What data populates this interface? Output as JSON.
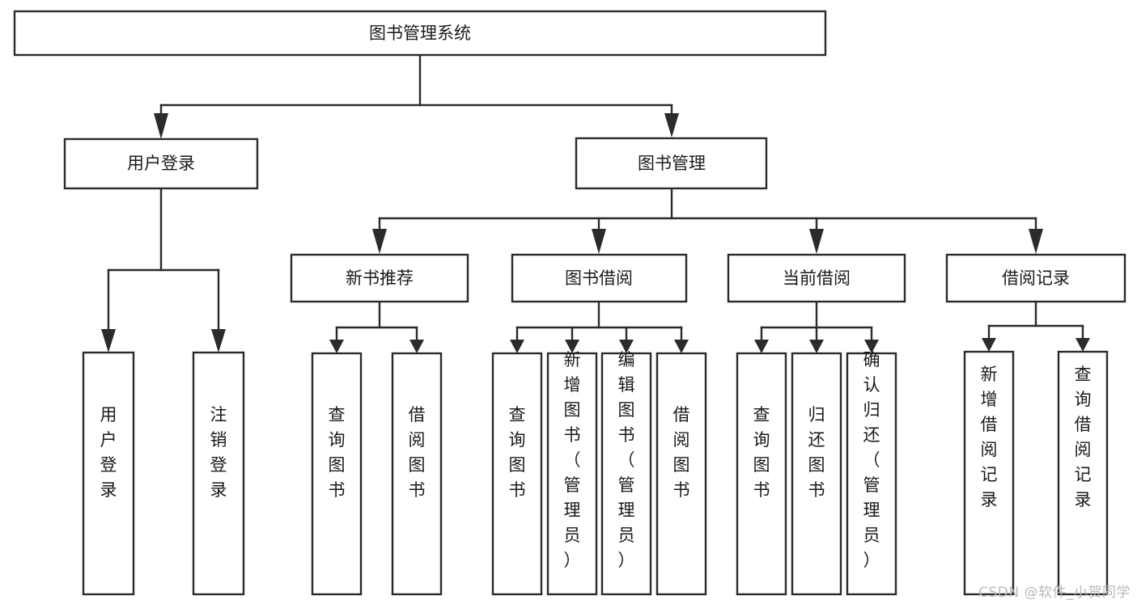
{
  "diagram": {
    "type": "hierarchy-tree",
    "title": "图书管理系统",
    "watermark": "CSDN @软件_小贺同学",
    "colors": {
      "stroke": "#2b2b2b",
      "fill": "#ffffff",
      "text": "#1a1a1a",
      "watermark": "#b9b9b9"
    },
    "nodes": {
      "root": {
        "label": "图书管理系统",
        "orientation": "horizontal"
      },
      "l1": [
        {
          "id": "user-login",
          "label": "用户登录",
          "orientation": "horizontal"
        },
        {
          "id": "book-manage",
          "label": "图书管理",
          "orientation": "horizontal"
        }
      ],
      "l2": [
        {
          "id": "new-book-recommend",
          "label": "新书推荐",
          "orientation": "horizontal"
        },
        {
          "id": "book-borrow",
          "label": "图书借阅",
          "orientation": "horizontal"
        },
        {
          "id": "current-borrow",
          "label": "当前借阅",
          "orientation": "horizontal"
        },
        {
          "id": "borrow-record",
          "label": "借阅记录",
          "orientation": "horizontal"
        }
      ],
      "leaves": {
        "user-login": [
          {
            "id": "leaf-user-login",
            "label": "用户登录",
            "orientation": "vertical"
          },
          {
            "id": "leaf-logout-login",
            "label": "注销登录",
            "orientation": "vertical"
          }
        ],
        "new-book-recommend": [
          {
            "id": "leaf-query-book-1",
            "label": "查询图书",
            "orientation": "vertical"
          },
          {
            "id": "leaf-borrow-book-1",
            "label": "借阅图书",
            "orientation": "vertical"
          }
        ],
        "book-borrow": [
          {
            "id": "leaf-query-book-2",
            "label": "查询图书",
            "orientation": "vertical"
          },
          {
            "id": "leaf-add-book",
            "label": "新增图书（管理员）",
            "orientation": "vertical"
          },
          {
            "id": "leaf-edit-book",
            "label": "编辑图书（管理员）",
            "orientation": "vertical"
          },
          {
            "id": "leaf-borrow-book-2",
            "label": "借阅图书",
            "orientation": "vertical"
          }
        ],
        "current-borrow": [
          {
            "id": "leaf-query-book-3",
            "label": "查询图书",
            "orientation": "vertical"
          },
          {
            "id": "leaf-return-book",
            "label": "归还图书",
            "orientation": "vertical"
          },
          {
            "id": "leaf-confirm-return",
            "label": "确认归还（管理员）",
            "orientation": "vertical"
          }
        ],
        "borrow-record": [
          {
            "id": "leaf-add-record",
            "label": "新增借阅记录",
            "orientation": "vertical"
          },
          {
            "id": "leaf-query-record",
            "label": "查询借阅记录",
            "orientation": "vertical"
          }
        ]
      }
    }
  }
}
